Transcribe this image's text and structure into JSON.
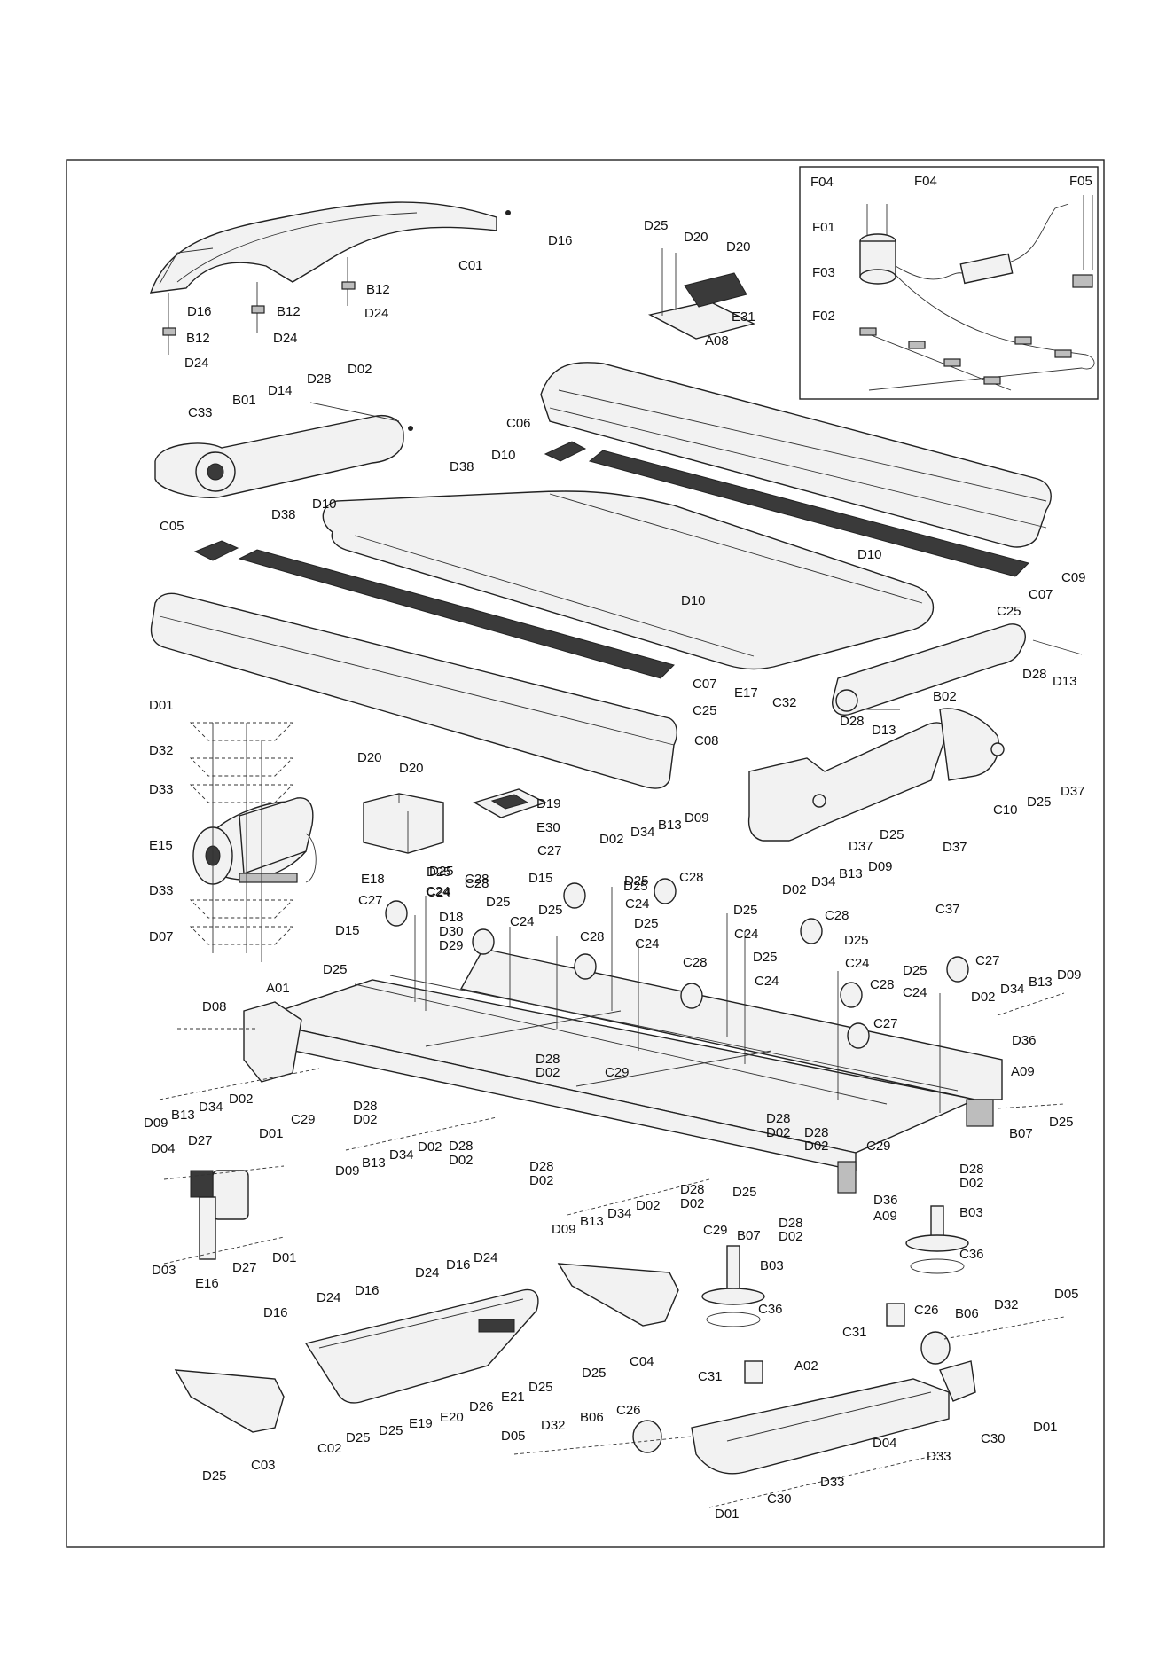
{
  "drawing": {
    "frame_color": "#222222",
    "line_color": "#222222"
  },
  "labels": {
    "D16a": "D16",
    "C01": "C01",
    "B12a": "B12",
    "D24a": "D24",
    "D16b": "D16",
    "B12b": "B12",
    "B12c": "B12",
    "D24b": "D24",
    "D24c": "D24",
    "D25a": "D25",
    "D20a": "D20",
    "D20b": "D20",
    "E31": "E31",
    "A08": "A08",
    "F04a": "F04",
    "F04b": "F04",
    "F05": "F05",
    "F01": "F01",
    "F03": "F03",
    "F02": "F02",
    "D28a": "D28",
    "D02a": "D02",
    "D14": "D14",
    "C33": "C33",
    "B01": "B01",
    "C06": "C06",
    "D10a": "D10",
    "D38a": "D38",
    "D10b": "D10",
    "D38b": "D38",
    "C05": "C05",
    "D10c": "D10",
    "C07a": "C07",
    "C09": "C09",
    "C25a": "C25",
    "D10d": "D10",
    "C07b": "C07",
    "C25b": "C25",
    "C08": "C08",
    "E17": "E17",
    "C32": "C32",
    "D28b": "D28",
    "D13a": "D13",
    "D28c": "D28",
    "D13b": "D13",
    "B02": "B02",
    "D01a": "D01",
    "D32a": "D32",
    "D33a": "D33",
    "E15": "E15",
    "D33b": "D33",
    "D07": "D07",
    "D20c": "D20",
    "D20d": "D20",
    "E18": "E18",
    "D19": "D19",
    "E30": "E30",
    "D25b": "D25",
    "D37a": "D37",
    "C10": "C10",
    "D25c": "D25",
    "D37b": "D37",
    "D37c": "D37",
    "C27a": "C27",
    "D02b": "D02",
    "D34a": "D34",
    "B13a": "B13",
    "D09a": "D09",
    "D15a": "D15",
    "D25d": "D25",
    "C28a": "C28",
    "D25e": "D25",
    "C24a": "C24",
    "D02c": "D02",
    "D34b": "D34",
    "B13b": "B13",
    "D09b": "D09",
    "C28b": "C28",
    "C37": "C37",
    "C28c": "C28",
    "D25f": "D25",
    "C24b": "C24",
    "C27b": "C27",
    "D25g": "D25",
    "C24c": "C24",
    "D18": "D18",
    "D30": "D30",
    "D29": "D29",
    "D15b": "D15",
    "D25h": "D25",
    "C28d": "C28",
    "D25i": "D25",
    "C24d": "C24",
    "C28e": "C28",
    "D25j": "D25",
    "C24e": "C24",
    "D25k": "D25",
    "C24f": "C24",
    "D25l": "D25",
    "C24g": "C24",
    "C28f": "C28",
    "D25m": "D25",
    "C24h": "C24",
    "C27c": "C27",
    "D25n": "D25",
    "C24i": "C24",
    "D02d": "D02",
    "D34c": "D34",
    "B13c": "B13",
    "D09c": "D09",
    "C28g": "C28",
    "C27d": "C27",
    "D36a": "D36",
    "A09a": "A09",
    "A01": "A01",
    "D08": "D08",
    "D25o": "D25",
    "D28d": "D28",
    "D02e": "D02",
    "C29a": "C29",
    "D09d": "D09",
    "B13d": "B13",
    "D34d": "D34",
    "D02f": "D02",
    "C29b": "C29",
    "D28e": "D28",
    "D02g": "D02",
    "D28f": "D28",
    "D02h": "D02",
    "D28g": "D28",
    "D02i": "D02",
    "C29c": "C29",
    "B07a": "B07",
    "D25p": "D25",
    "D04a": "D04",
    "D27a": "D27",
    "D01b": "D01",
    "D09e": "D09",
    "B13e": "B13",
    "D34e": "D34",
    "D02j": "D02",
    "D28h": "D28",
    "D02k": "D02",
    "D28i": "D28",
    "D02l": "D02",
    "D28j": "D28",
    "D02m": "D02",
    "D36b": "D36",
    "A09b": "A09",
    "D28k": "D28",
    "D02n": "D02",
    "B03a": "B03",
    "C36a": "C36",
    "D09f": "D09",
    "B13f": "B13",
    "D34f": "D34",
    "D02o": "D02",
    "C29d": "C29",
    "D25q": "D25",
    "B07b": "B07",
    "D28l": "D28",
    "D02p": "D02",
    "E16": "E16",
    "D03": "D03",
    "D27b": "D27",
    "D01c": "D01",
    "D24d": "D24",
    "D16c": "D16",
    "D24e": "D24",
    "D24f": "D24",
    "D16d": "D16",
    "D16e": "D16",
    "B03b": "B03",
    "C36b": "C36",
    "C04": "C04",
    "D25r": "D25",
    "D32b": "D32",
    "D05a": "D05",
    "C26a": "C26",
    "B06a": "B06",
    "C31a": "C31",
    "C02": "C02",
    "D25s": "D25",
    "D25t": "D25",
    "E19": "E19",
    "E20": "E20",
    "D26": "D26",
    "E21": "E21",
    "D25u": "D25",
    "C31b": "C31",
    "A02": "A02",
    "C03": "C03",
    "D25v": "D25",
    "D05b": "D05",
    "D32c": "D32",
    "B06b": "B06",
    "C26b": "C26",
    "D01d": "D01",
    "C30a": "C30",
    "D33c": "D33",
    "D04b": "D04",
    "C30b": "C30",
    "D33d": "D33",
    "D01e": "D01"
  }
}
